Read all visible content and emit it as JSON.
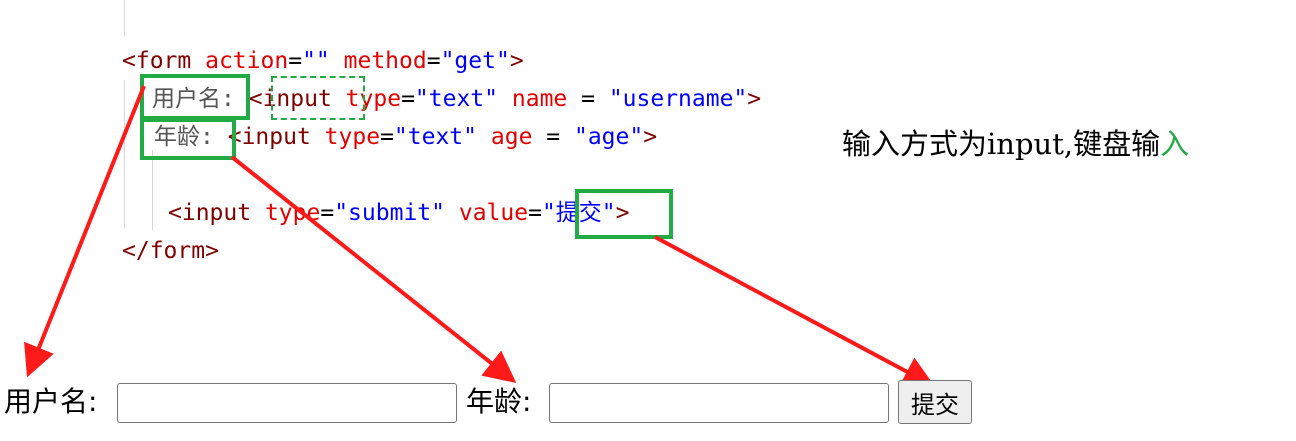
{
  "code": {
    "line1": {
      "open": "<form",
      "attr1": "action",
      "eq1": "=",
      "val1": "\"\"",
      "attr2": "method",
      "eq2": "=",
      "val2": "\"get\"",
      "close": ">"
    },
    "line2": {
      "label": "用户名:",
      "tag": "<input",
      "attr1": "type",
      "eq1": "=",
      "val1": "\"text\"",
      "attr2": "name",
      "eq2": " = ",
      "val2": "\"username\"",
      "close": ">"
    },
    "line3": {
      "label": "年龄:",
      "tag": "<input",
      "attr1": "type",
      "eq1": "=",
      "val1": "\"text\"",
      "attr2": "age",
      "eq2": " = ",
      "val2": "\"age\"",
      "close": ">"
    },
    "line4": {
      "tag": "<input",
      "attr1": "type",
      "eq1": "=",
      "val1": "\"submit\"",
      "attr2": "value",
      "eq2": "=",
      "val2": "\"提交\"",
      "close": ">"
    },
    "line5": {
      "tag": "</form>"
    }
  },
  "annotation": {
    "text_main": "输入方式为input,键盘输",
    "text_accent": "入",
    "accent_color": "#22aa44",
    "arrow_color": "#ff1a1a"
  },
  "preview": {
    "username_label": "用户名:",
    "username_value": "",
    "age_label": "年龄:",
    "age_value": "",
    "submit_label": "提交"
  }
}
